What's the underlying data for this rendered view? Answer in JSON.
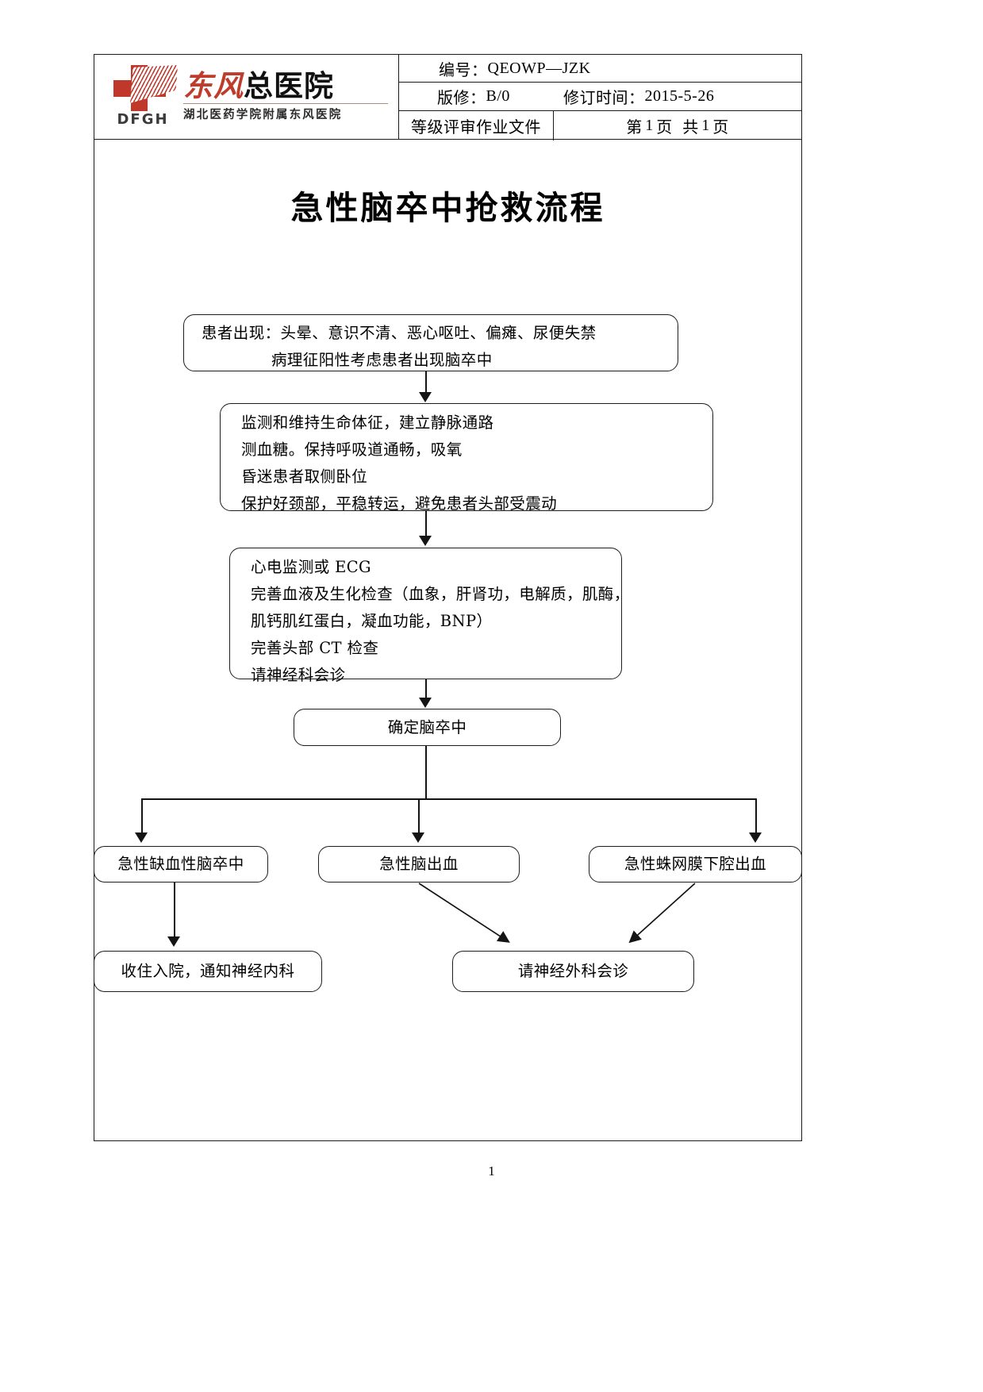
{
  "header": {
    "logo": {
      "cross_icon": "red-cross-icon",
      "abbr": "DFGH",
      "name_red": "东风",
      "name_black": "总医院",
      "subtitle": "湖北医药学院附属东风医院",
      "brand_red": "#bf3b2c"
    },
    "doc_no_label": "编号：",
    "doc_no_value": "QEOWP—JZK",
    "revision_label": "版修：",
    "revision_value": "B/0",
    "rev_date_label": "修订时间：",
    "rev_date_value": "2015-5-26",
    "doc_type": "等级评审作业文件",
    "page_prefix": "第",
    "page_current": "1",
    "page_mid": "页 共",
    "page_total": "1",
    "page_suffix": "页"
  },
  "title": "急性脑卒中抢救流程",
  "flow": {
    "symptoms": {
      "line1": "患者出现：头晕、意识不清、恶心呕吐、偏瘫、尿便失禁",
      "line2": "病理征阳性考虑患者出现脑卒中"
    },
    "vitals": {
      "line1": "监测和维持生命体征，建立静脉通路",
      "line2": "测血糖。保持呼吸道通畅，吸氧",
      "line3": "昏迷患者取侧卧位",
      "line4": "保护好颈部，平稳转运，避免患者头部受震动"
    },
    "workup": {
      "line1": "心电监测或 ECG",
      "line2": "完善血液及生化检查（血象，肝肾功，电解质，肌酶，",
      "line3": "肌钙肌红蛋白，凝血功能，BNP）",
      "line4": "完善头部 CT 检查",
      "line5": "请神经科会诊"
    },
    "confirm": "确定脑卒中",
    "branch_ischemic": "急性缺血性脑卒中",
    "branch_hemorrhage": "急性脑出血",
    "branch_sah": "急性蛛网膜下腔出血",
    "outcome_admit": "收住入院，通知神经内科",
    "outcome_neurosurgery": "请神经外科会诊"
  },
  "footer": {
    "page_number": "1"
  }
}
